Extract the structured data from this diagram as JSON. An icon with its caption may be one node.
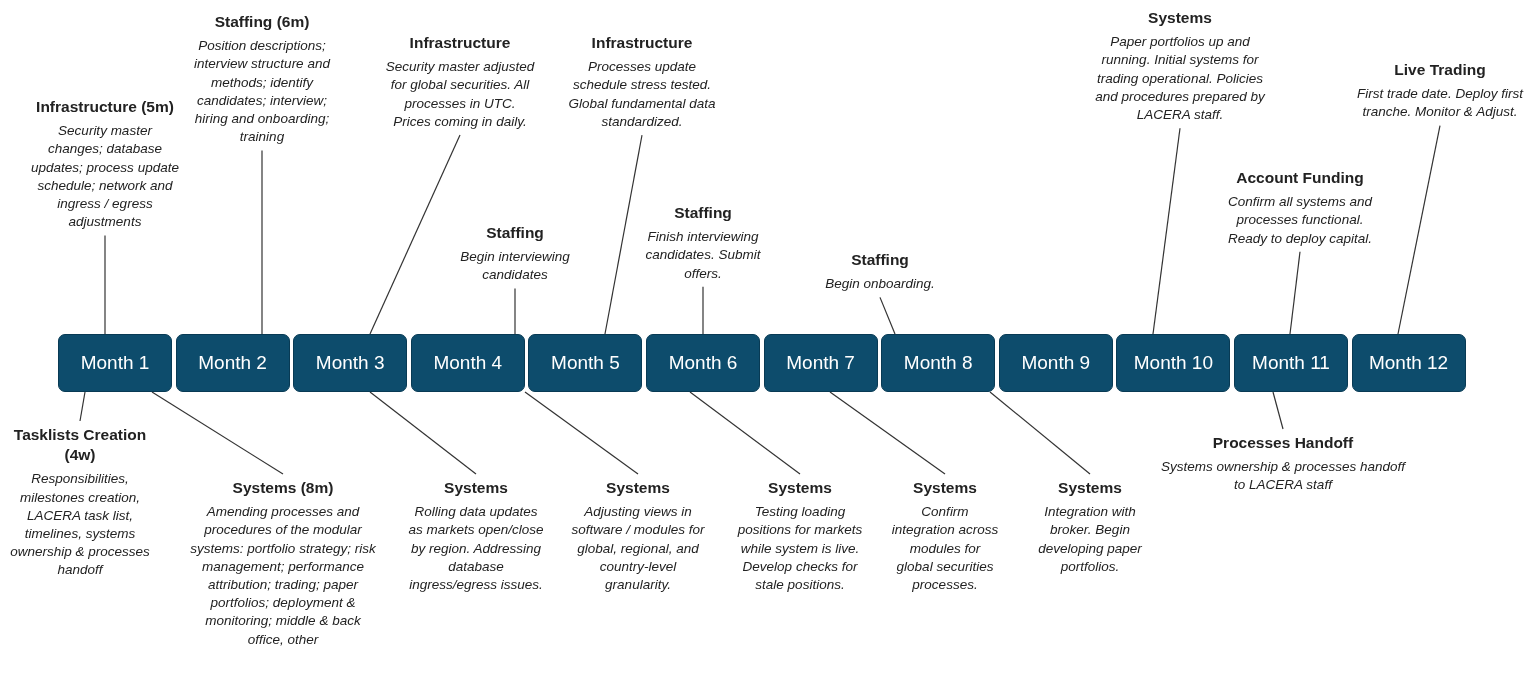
{
  "diagram": {
    "nodes": [
      {
        "text": [
          "Month 1"
        ]
      },
      {
        "text": [
          "Month 2"
        ]
      },
      {
        "text": [
          "Month 3"
        ]
      },
      {
        "text": [
          "Month 4"
        ]
      },
      {
        "text": [
          "Month 5"
        ]
      },
      {
        "text": [
          "Month 6"
        ]
      },
      {
        "text": [
          "Month 7"
        ]
      },
      {
        "text": [
          "Month 8"
        ]
      },
      {
        "text": [
          "Month 9"
        ]
      },
      {
        "text": [
          "Month 10"
        ]
      },
      {
        "text": [
          "Month 11"
        ]
      },
      {
        "text": [
          "Month 12"
        ]
      },
      {
        "text": [
          "Infrastructure (5m)",
          "Security master changes; database updates; process update schedule; network and ingress / egress adjustments"
        ]
      },
      {
        "text": [
          "Staffing (6m)",
          "Position descriptions; interview structure and methods; identify candidates; interview; hiring and onboarding; training"
        ]
      },
      {
        "text": [
          "Infrastructure",
          "Security master adjusted for global securities. All processes in UTC. Prices coming in daily."
        ]
      },
      {
        "text": [
          "Staffing",
          "Begin interviewing candidates"
        ]
      },
      {
        "text": [
          "Infrastructure",
          "Processes update schedule stress tested. Global fundamental data standardized."
        ]
      },
      {
        "text": [
          "Staffing",
          "Finish interviewing candidates. Submit offers."
        ]
      },
      {
        "text": [
          "Staffing",
          "Begin onboarding."
        ]
      },
      {
        "text": [
          "Systems",
          "Paper portfolios up and running. Initial systems for trading operational. Policies and procedures prepared by LACERA staff."
        ]
      },
      {
        "text": [
          "Account Funding",
          "Confirm all systems and processes functional. Ready to deploy capital."
        ]
      },
      {
        "text": [
          "Live Trading",
          "First trade date. Deploy first tranche. Monitor & Adjust."
        ]
      },
      {
        "text": [
          "Tasklists Creation (4w)",
          "Responsibilities, milestones creation, LACERA task list, timelines, systems ownership & processes handoff"
        ]
      },
      {
        "text": [
          "Systems (8m)",
          "Amending processes and procedures of the modular systems: portfolio strategy; risk management; performance attribution; trading; paper portfolios; deployment & monitoring; middle & back office, other"
        ]
      },
      {
        "text": [
          "Systems",
          "Rolling data updates as markets open/close by region. Addressing database ingress/egress issues."
        ]
      },
      {
        "text": [
          "Systems",
          "Adjusting views in software / modules for global, regional, and country-level granularity."
        ]
      },
      {
        "text": [
          "Systems",
          "Testing loading positions for markets while system is live. Develop checks for stale positions."
        ]
      },
      {
        "text": [
          "Systems",
          "Confirm integration across modules for global securities processes."
        ]
      },
      {
        "text": [
          "Systems",
          "Integration with broker. Begin developing paper portfolios."
        ]
      },
      {
        "text": [
          "Processes Handoff",
          "Systems ownership & processes handoff to LACERA staff"
        ]
      }
    ],
    "edges": [
      {
        "from": 12,
        "to": 0,
        "arrow": "none"
      },
      {
        "from": 13,
        "to": 1,
        "arrow": "none"
      },
      {
        "from": 14,
        "to": 2,
        "arrow": "none"
      },
      {
        "from": 15,
        "to": 3,
        "arrow": "none"
      },
      {
        "from": 16,
        "to": 4,
        "arrow": "none"
      },
      {
        "from": 17,
        "to": 5,
        "arrow": "none"
      },
      {
        "from": 18,
        "to": 7,
        "arrow": "none"
      },
      {
        "from": 19,
        "to": 9,
        "arrow": "none"
      },
      {
        "from": 20,
        "to": 10,
        "arrow": "none"
      },
      {
        "from": 21,
        "to": 11,
        "arrow": "none"
      },
      {
        "from": 22,
        "to": 0,
        "arrow": "none"
      },
      {
        "from": 23,
        "to": 0,
        "arrow": "none"
      },
      {
        "from": 24,
        "to": 2,
        "arrow": "none"
      },
      {
        "from": 25,
        "to": 3,
        "arrow": "none"
      },
      {
        "from": 26,
        "to": 5,
        "arrow": "none"
      },
      {
        "from": 27,
        "to": 6,
        "arrow": "none"
      },
      {
        "from": 28,
        "to": 7,
        "arrow": "none"
      },
      {
        "from": 29,
        "to": 10,
        "arrow": "none"
      }
    ]
  }
}
